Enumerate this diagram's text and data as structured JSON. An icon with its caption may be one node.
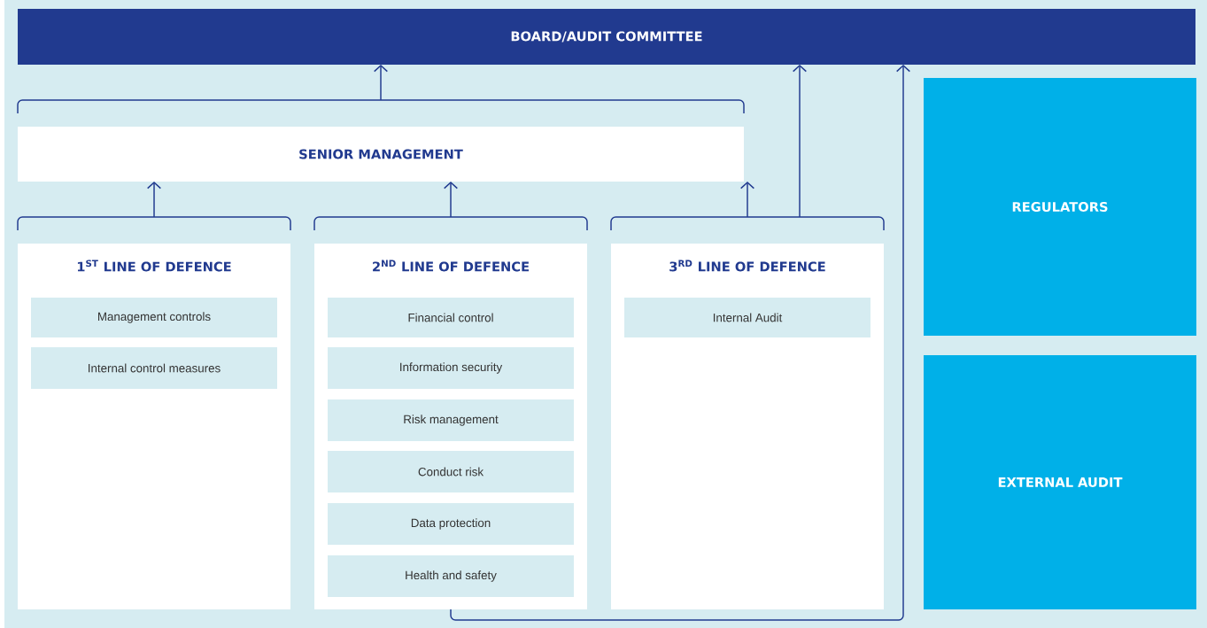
{
  "diagram": {
    "nodes": [
      {
        "text": [
          "BOARD/AUDIT COMMITTEE"
        ]
      },
      {
        "text": [
          "SENIOR MANAGEMENT"
        ]
      },
      {
        "text": [
          "1$^{ST}$ LINE OF DEFENCE"
        ]
      },
      {
        "text": [
          "Management controls"
        ],
        "in": 2
      },
      {
        "text": [
          "Internal control measures"
        ],
        "in": 2
      },
      {
        "text": [
          "2$^{ND}$ LINE OF DEFENCE"
        ]
      },
      {
        "text": [
          "Financial control"
        ],
        "in": 5
      },
      {
        "text": [
          "Information security"
        ],
        "in": 5
      },
      {
        "text": [
          "Risk management"
        ],
        "in": 5
      },
      {
        "text": [
          "Conduct risk"
        ],
        "in": 5
      },
      {
        "text": [
          "Data protection"
        ],
        "in": 5
      },
      {
        "text": [
          "Health and safety"
        ],
        "in": 5
      },
      {
        "text": [
          "3$^{RD}$ LINE OF DEFENCE"
        ]
      },
      {
        "text": [
          "Internal Audit"
        ],
        "in": 12
      },
      {
        "text": [
          "REGULATORS"
        ]
      },
      {
        "text": [
          "EXTERNAL AUDIT"
        ]
      }
    ],
    "edges": [
      {
        "from": 1,
        "to": 0,
        "arrow": "to"
      },
      {
        "from": 2,
        "to": 1,
        "arrow": "to"
      },
      {
        "from": 5,
        "to": 1,
        "arrow": "to"
      },
      {
        "from": 12,
        "to": 1,
        "arrow": "to"
      },
      {
        "from": 12,
        "to": 0,
        "arrow": "to"
      },
      {
        "from": 5,
        "to": 0,
        "arrow": "to"
      }
    ]
  }
}
